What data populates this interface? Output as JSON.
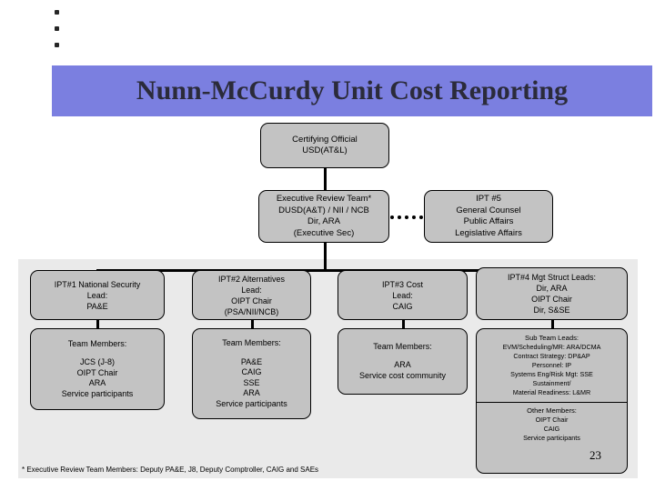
{
  "slide": {
    "title": "Nunn-McCurdy Unit Cost Reporting",
    "title_bar_color": "#7b7fe0",
    "panel_color": "#eaeaea",
    "box_fill_color": "#c3c3c3",
    "page_number": "23",
    "bullets": [
      "",
      "",
      ""
    ],
    "footnote": "* Executive Review Team Members:  Deputy PA&E, J8, Deputy Comptroller, CAIG and SAEs"
  },
  "org_chart": {
    "certifying_official": {
      "lines": [
        "Certifying Official",
        "USD(AT&L)"
      ]
    },
    "executive_review_team": {
      "lines": [
        "Executive Review Team*",
        "DUSD(A&T) / NII / NCB",
        "Dir, ARA",
        "(Executive Sec)"
      ]
    },
    "ipt5": {
      "lines": [
        "IPT #5",
        "General Counsel",
        "Public Affairs",
        "Legislative Affairs"
      ]
    },
    "ipts": [
      {
        "head": {
          "lines": [
            "IPT#1 National Security",
            "Lead:",
            "PA&E"
          ]
        },
        "members": {
          "heading": "Team Members:",
          "lines": [
            "JCS (J-8)",
            "OIPT Chair",
            "ARA",
            "Service participants"
          ]
        }
      },
      {
        "head": {
          "lines": [
            "IPT#2 Alternatives",
            "Lead:",
            "OIPT Chair",
            "(PSA/NII/NCB)"
          ]
        },
        "members": {
          "heading": "Team Members:",
          "lines": [
            "PA&E",
            "CAIG",
            "SSE",
            "ARA",
            "Service participants"
          ]
        }
      },
      {
        "head": {
          "lines": [
            "IPT#3 Cost",
            "Lead:",
            "CAIG"
          ]
        },
        "members": {
          "heading": "Team Members:",
          "lines": [
            "ARA",
            "Service cost community"
          ]
        }
      },
      {
        "head": {
          "lines": [
            "IPT#4 Mgt Struct Leads:",
            "Dir, ARA",
            "OIPT Chair",
            "Dir, S&SE"
          ]
        },
        "members": {
          "heading": "Sub Team Leads:",
          "lines": [
            "EVM/Scheduling/MR: ARA/DCMA",
            "Contract Strategy: DP&AP",
            "Personnel: IP",
            "Systems Eng/Risk Mgt: SSE",
            "Sustainment/",
            "Material Readiness: L&MR"
          ],
          "heading2": "Other Members:",
          "lines2": [
            "OIPT Chair",
            "CAIG",
            "Service participants"
          ]
        }
      }
    ]
  }
}
